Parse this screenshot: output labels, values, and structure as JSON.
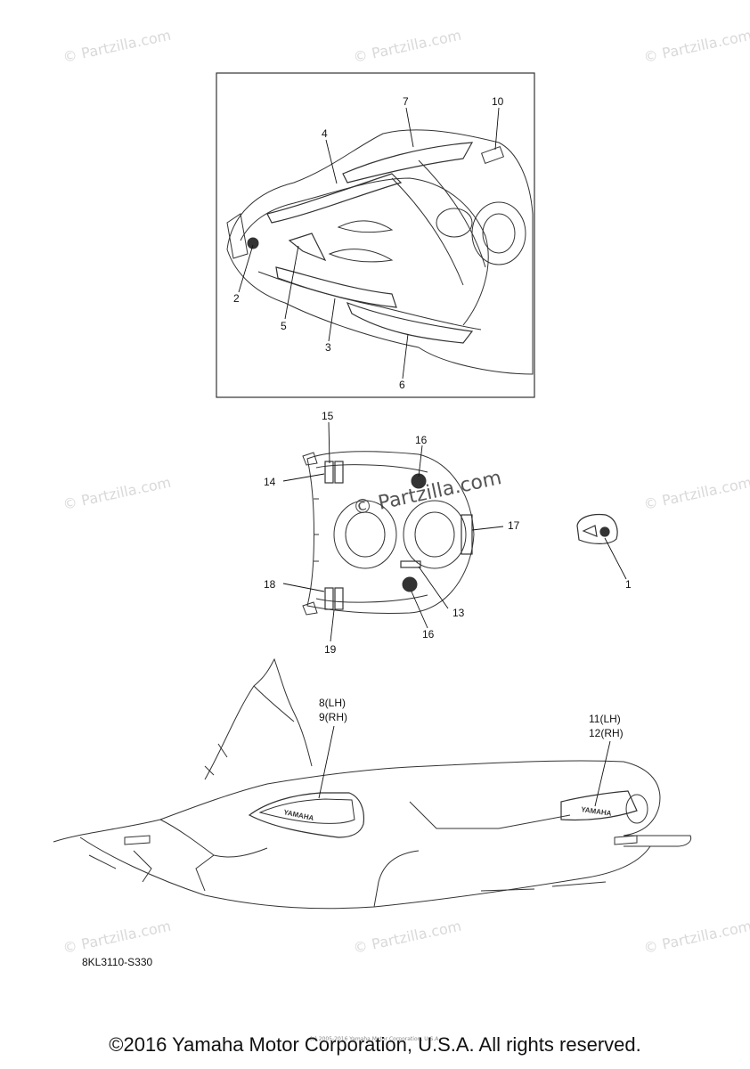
{
  "watermark": "© Partzilla.com",
  "watermark_center": "© Partzilla.com",
  "callouts": {
    "c1": "1",
    "c2": "2",
    "c3": "3",
    "c4": "4",
    "c5": "5",
    "c6": "6",
    "c7": "7",
    "c8": "8(LH)",
    "c9": "9(RH)",
    "c10": "10",
    "c11": "11(LH)",
    "c12": "12(RH)",
    "c13": "13",
    "c14": "14",
    "c15": "15",
    "c16a": "16",
    "c16b": "16",
    "c17": "17",
    "c18": "18",
    "c19": "19"
  },
  "decal_text": "YAMAHA",
  "drawing_code": "8KL3110-S330",
  "tiny_copyright": "(c) 2005-2016 Yamaha Motor Corporation, U.S.A.",
  "copyright": "©2016 Yamaha Motor Corporation, U.S.A. All rights reserved."
}
